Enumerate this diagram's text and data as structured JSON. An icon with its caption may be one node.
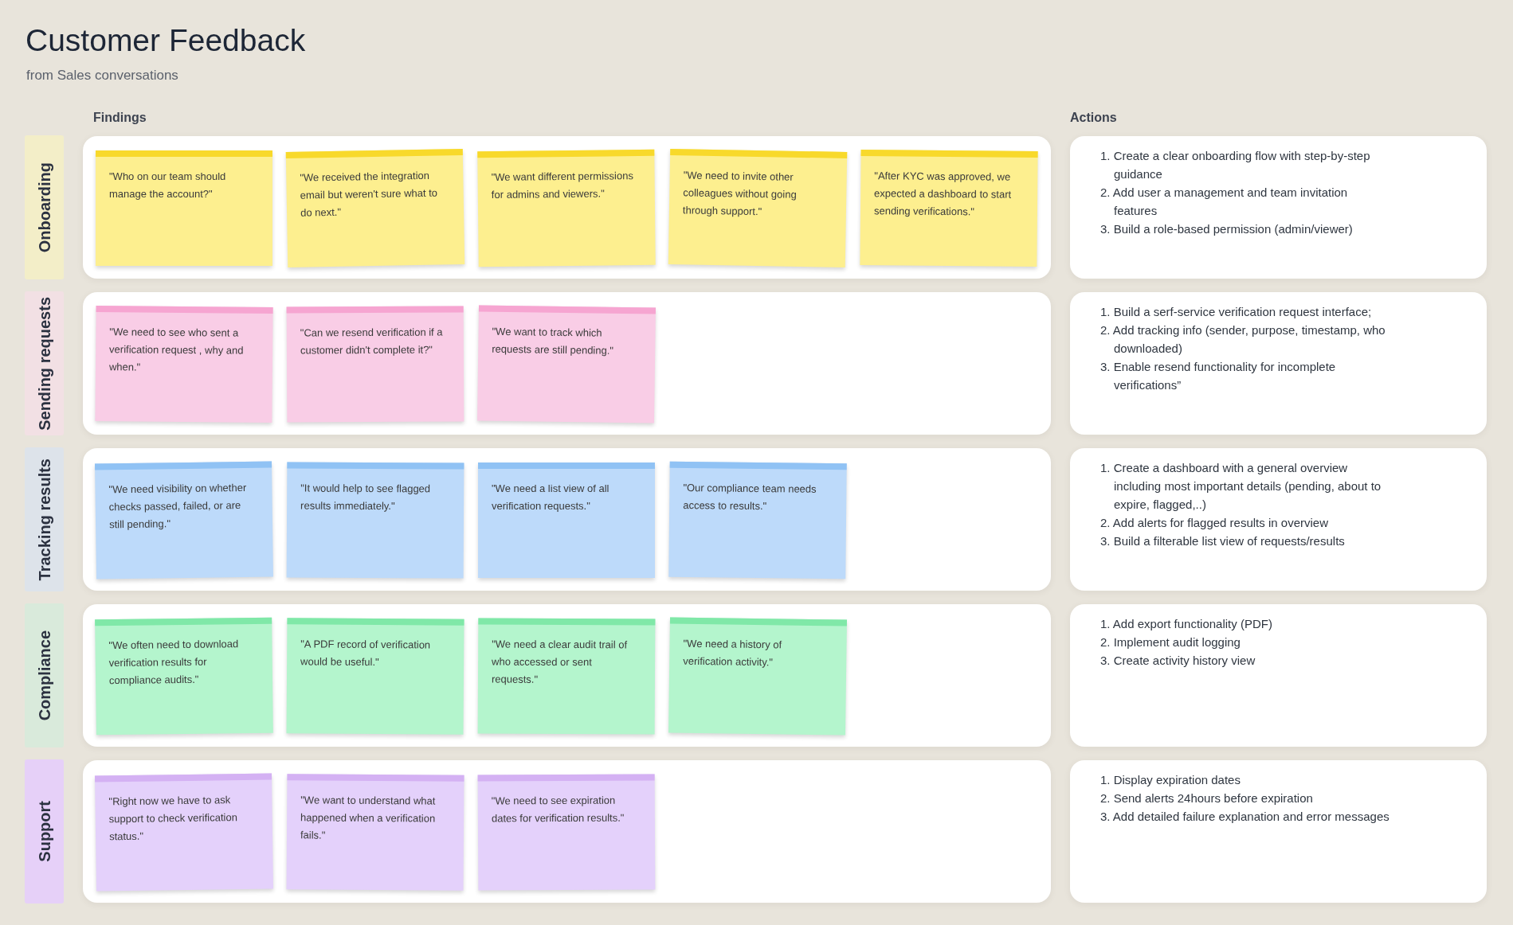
{
  "diagram": {
    "title": "Customer Feedback",
    "nodes": [
      {
        "text": [
          "Onboarding"
        ]
      },
      {
        "text": [],
        "shape": "box"
      },
      {
        "text": [
          "\"Who on our team should manage the account?\""
        ],
        "in": 1
      },
      {
        "text": [
          "\"We received the integration email but weren't sure what to do next.\""
        ],
        "in": 1
      },
      {
        "text": [
          "\"We want different permissions for admins and viewers.\""
        ],
        "in": 1
      },
      {
        "text": [
          "\"We need to invite other colleagues without going through support.\""
        ],
        "in": 1
      },
      {
        "text": [
          "\"After KYC was approved, we expected a dashboard to start sending verifications.\""
        ],
        "in": 1
      },
      {
        "text": [
          "1. Create a clear onboarding flow with step-by-step guidance",
          "2. Add user a management and team invitation features",
          "3. Build a role-based permission (admin/viewer)"
        ]
      },
      {
        "text": [
          "Sending requests"
        ]
      },
      {
        "text": [],
        "shape": "box"
      },
      {
        "text": [
          "\"We need to see who sent a verification request , why and when.\""
        ],
        "in": 9
      },
      {
        "text": [
          "\"Can we resend verification if a customer didn't complete it?\""
        ],
        "in": 9
      },
      {
        "text": [
          "\"We want to track which requests are still pending.\""
        ],
        "in": 9
      },
      {
        "text": [
          "1. Build a serf-service verification request interface;",
          "2. Add tracking info (sender, purpose, timestamp, who downloaded)",
          "3. Enable resend functionality for incomplete verifications”"
        ]
      },
      {
        "text": [
          "Tracking results"
        ]
      },
      {
        "text": [],
        "shape": "box"
      },
      {
        "text": [
          "\"We need visibility on whether checks passed, failed, or are still pending.\""
        ],
        "in": 15
      },
      {
        "text": [
          "\"It would help to see flagged results immediately.\""
        ],
        "in": 15
      },
      {
        "text": [
          "\"We need a list view of all verification requests.\""
        ],
        "in": 15
      },
      {
        "text": [
          "\"Our compliance team needs access to results.\""
        ],
        "in": 15
      },
      {
        "text": [
          "1. Create a dashboard with a general overview including most important details (pending, about to expire, flagged,..)",
          "2. Add alerts for flagged results in overview",
          "3. Build a filterable list view of requests/results"
        ]
      },
      {
        "text": [
          "Compliance"
        ]
      },
      {
        "text": [],
        "shape": "box"
      },
      {
        "text": [
          "\"We often need to download verification results for compliance audits.\""
        ],
        "in": 22
      },
      {
        "text": [
          "\"A PDF record of verification would be useful.\""
        ],
        "in": 22
      },
      {
        "text": [
          "\"We need a clear audit trail of who accessed or sent requests.\""
        ],
        "in": 22
      },
      {
        "text": [
          "\"We need a history of verification activity.\""
        ],
        "in": 22
      },
      {
        "text": [
          "1. Add export functionality (PDF)",
          "2. Implement audit logging",
          "3. Create activity history view"
        ]
      },
      {
        "text": [
          "Support"
        ]
      },
      {
        "text": [],
        "shape": "box"
      },
      {
        "text": [
          "\"Right now we have to ask support to check verification status.\""
        ],
        "in": 29
      },
      {
        "text": [
          "\"We want to understand what happened when a verification fails.\""
        ],
        "in": 29
      },
      {
        "text": [
          "\"We need to see expiration dates for verification results.\""
        ],
        "in": 29
      },
      {
        "text": [
          "1. Display expiration dates",
          "2. Send alerts 24hours before expiration",
          "3. Add detailed failure explanation and error messages"
        ]
      }
    ],
    "labels": [
      "from Sales conversations",
      "Findings",
      "Actions"
    ]
  }
}
